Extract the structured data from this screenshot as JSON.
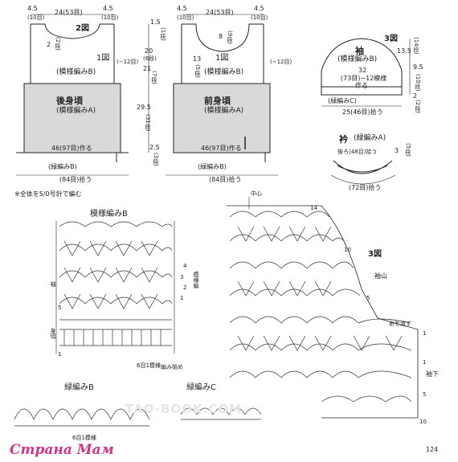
{
  "back": {
    "top_left": "4.5",
    "top_left_st": "(10目)",
    "top_mid": "24(53目)",
    "top_right": "4.5",
    "top_right_st": "(10目)",
    "fig": "2図",
    "neck_depth": "2",
    "neck_depth_st": "(2段)",
    "fig1": "1図",
    "pattern_b": "(模様編みB)",
    "arm_rows": "(−12目)",
    "side_top": "1.5",
    "side_top_st": "(1段)",
    "yoke_h": "20",
    "yoke_h_st": "(6段)",
    "total_h": "21",
    "total_h_st": "(7段)",
    "body_h": "29.5",
    "body_h_st": "(31段)",
    "hem_h": "2.5",
    "hem_h_st": "(3段)",
    "title": "後身頃",
    "pattern_a": "(模様編みA)",
    "start": "46(97目)作る",
    "edge_b": "(緑編みB)",
    "pickup": "(84目)拾う"
  },
  "front": {
    "top_left": "4.5",
    "top_left_st": "(10目)",
    "top_mid": "24(53目)",
    "top_right": "4.5",
    "top_right_st": "(10目)",
    "neck": "8",
    "neck_st": "(9段)",
    "neck_side": "13",
    "neck_side_st": "(5段)",
    "fig1": "1図",
    "pattern_b": "(模様編みB)",
    "title": "前身頃",
    "pattern_a": "(模様編みA)",
    "arm_rows": "(−12目)",
    "start": "46(97目)作る",
    "edge_b": "(緑編みB)",
    "pickup": "(84目)拾う"
  },
  "sleeve": {
    "title": "袖",
    "fig": "3図",
    "pattern_b": "(模様編みB)",
    "cap_h": "13.5",
    "cap_h_st": "(14段)",
    "w": "32",
    "w_st": "(73目)−12模様",
    "made": "作る",
    "side_h": "9.5",
    "side_h_st": "(10段)",
    "cuff_h": "2",
    "cuff_h_st": "(2段)",
    "edge_c": "(緑編みC)",
    "pickup": "25(46目)拾う"
  },
  "collar": {
    "title": "衿",
    "pattern": "(緑編みA)",
    "back_pick": "後ろ(48目)拾う",
    "h": "3",
    "h_st": "(5段)",
    "total": "(72目)拾う"
  },
  "note": "※全体を5/0号針で編む",
  "chart_b": {
    "title": "模様編みB",
    "rows": [
      "4",
      "3",
      "2",
      "1"
    ],
    "pattern_note": "模様編",
    "sleeve_label": "袖",
    "body_label": "身頃",
    "row_nums": [
      "5",
      "1"
    ],
    "repeat": "6目1模様",
    "start": "編み始め"
  },
  "chart_fig3": {
    "center": "中心",
    "fig": "3図",
    "cap": "袖山",
    "underarm": "袖下",
    "join": "糸を渡す",
    "rows_top": [
      "14",
      "10",
      "5"
    ],
    "rows_right": [
      "1",
      "1",
      "5",
      "10"
    ]
  },
  "edge_b": {
    "title": "緑編みB",
    "repeat": "6目1模様"
  },
  "edge_c": {
    "title": "緑編みC"
  },
  "watermark": "TAO-BOOK.COM",
  "site": "Страна Мам",
  "page_no": "124"
}
